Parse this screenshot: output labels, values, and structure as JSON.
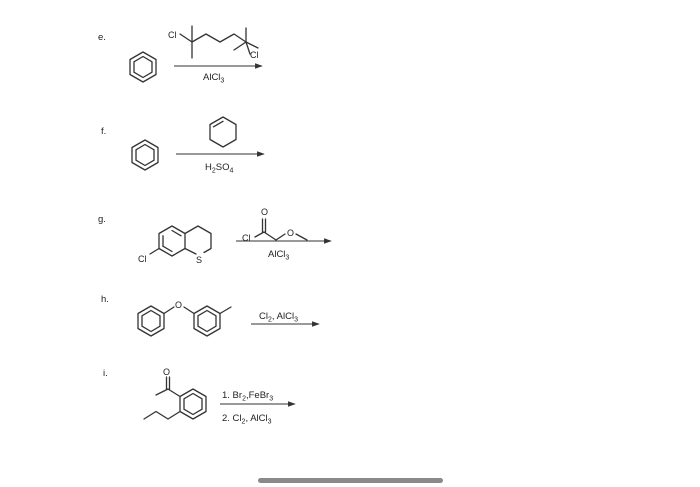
{
  "problems": [
    {
      "letter": "e.",
      "reagent_atoms": [
        "Cl",
        "Cl"
      ],
      "conditions": [
        {
          "main": "AlCl",
          "sub": "3",
          "tail": ""
        }
      ]
    },
    {
      "letter": "f.",
      "conditions": [
        {
          "main": "H",
          "sub": "2",
          "tail": "SO",
          "sub2": "4"
        }
      ]
    },
    {
      "letter": "g.",
      "substrate_atoms": [
        "Cl",
        "S"
      ],
      "reagent_atoms": [
        "O",
        "Cl",
        "O"
      ],
      "conditions": [
        {
          "main": "AlCl",
          "sub": "3",
          "tail": ""
        }
      ]
    },
    {
      "letter": "h.",
      "substrate_atoms": [
        "O"
      ],
      "conditions": [
        {
          "main": "Cl",
          "sub": "2",
          "tail": ", AlCl",
          "sub2": "3"
        }
      ]
    },
    {
      "letter": "i.",
      "substrate_atoms": [
        "O"
      ],
      "conditions": [
        {
          "main": "1. Br",
          "sub": "2",
          "tail": ",FeBr",
          "sub2": "3"
        },
        {
          "main": "2. Cl",
          "sub": "2",
          "tail": ", AlCl",
          "sub2": "3"
        }
      ]
    }
  ]
}
